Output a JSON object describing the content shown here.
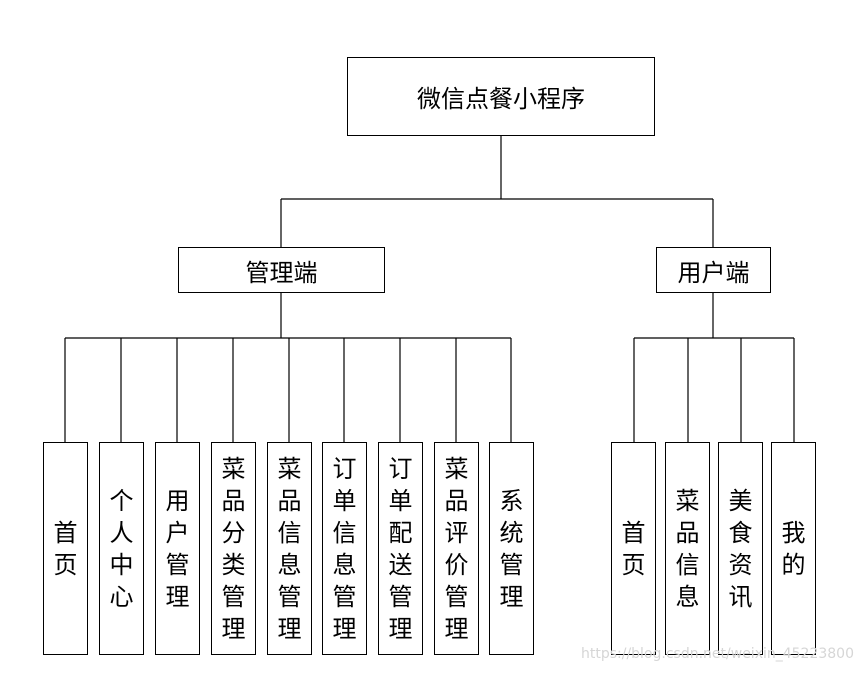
{
  "root": {
    "label": "微信点餐小程序"
  },
  "branches": [
    {
      "label": "管理端",
      "children": [
        "首页",
        "个人中心",
        "用户管理",
        "菜品分类管理",
        "菜品信息管理",
        "订单信息管理",
        "订单配送管理",
        "菜品评价管理",
        "系统管理"
      ]
    },
    {
      "label": "用户端",
      "children": [
        "首页",
        "菜品信息",
        "美食资讯",
        "我的"
      ]
    }
  ],
  "watermark": "https://blog.csdn.net/weixin_45223800"
}
